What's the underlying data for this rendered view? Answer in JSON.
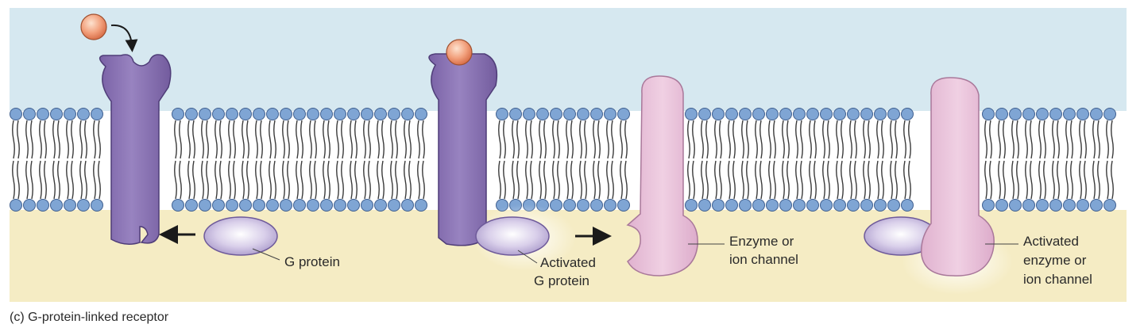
{
  "caption": "(c) G-protein-linked receptor",
  "labels": {
    "g_protein": "G protein",
    "activated_g_protein": [
      "Activated",
      "G protein"
    ],
    "enzyme": [
      "Enzyme or",
      "ion channel"
    ],
    "activated_enzyme": [
      "Activated",
      "enzyme or",
      "ion channel"
    ]
  },
  "colors": {
    "extracellular": "#d6e8f0",
    "cytoplasm": "#f5ecc4",
    "lipid_head": "#7fa5d4",
    "receptor": "#8a72b5",
    "enzyme": "#e6bcd6",
    "g_protein": "#c4b8dc",
    "ligand": "#f2a07c",
    "tail": "#3a3a3a"
  },
  "icons": [
    "ligand-icon",
    "arrow-left-icon",
    "arrow-right-icon",
    "curved-arrow-icon"
  ]
}
